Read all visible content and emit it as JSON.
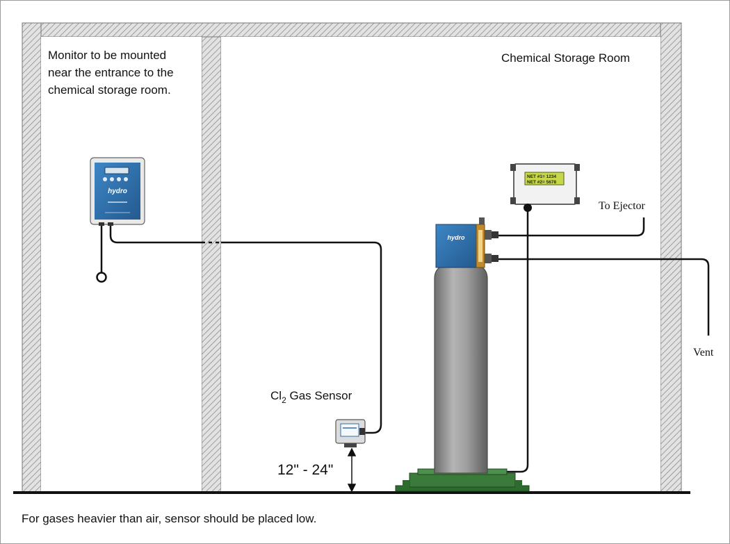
{
  "room_label": "Chemical Storage Room",
  "monitor_note": [
    "Monitor to be mounted",
    "near the entrance to the",
    "chemical storage room."
  ],
  "sensor_label": {
    "prefix": "Cl",
    "subscript": "2",
    "suffix": " Gas Sensor"
  },
  "height_label": "12\" - 24\"",
  "to_ejector_label": "To Ejector",
  "vent_label": "Vent",
  "footer_note": "For gases heavier than air, sensor should be placed low.",
  "scale_display": {
    "line1": "NET #1= 1234",
    "line2": "NET #2= 5678"
  },
  "brand_text": "hydro",
  "colors": {
    "wall_hatch": "#8c8c8c",
    "blue_panel": "#2f6fae",
    "cylinder": "#9a9a9a",
    "green_base": "#3c7a3c",
    "lcd": "#c6d84a",
    "line": "#111111"
  }
}
